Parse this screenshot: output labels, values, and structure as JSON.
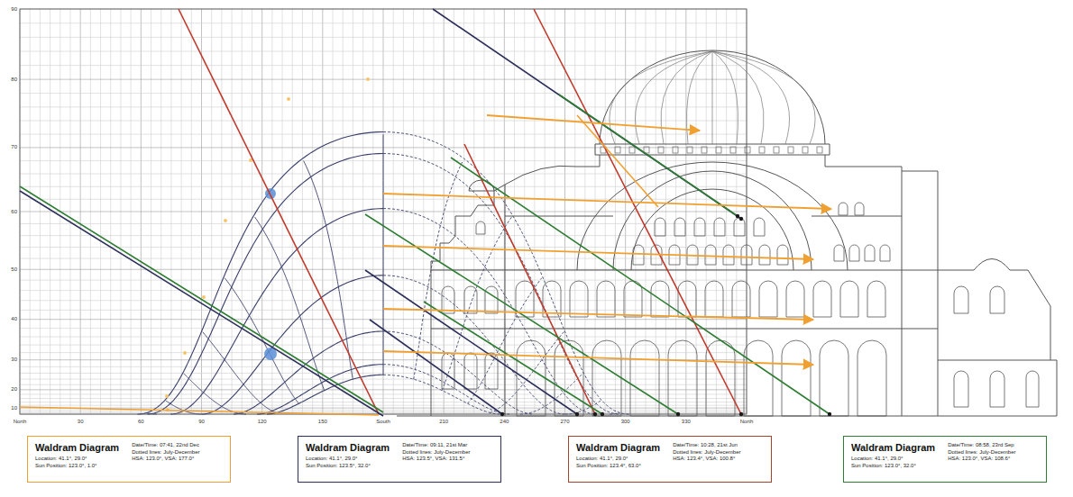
{
  "diagram": {
    "nodes": [
      {
        "text": [
          "Waldram Diagram",
          "Location: 41.1°, 29.0°",
          "Sun Position: 123.0°, 1.0°",
          "Date/Time: 07:41, 22nd Dec",
          "Dotted lines: July-December",
          "HSA: 123.0°, VSA: 177.0°"
        ]
      },
      {
        "text": [
          "Waldram Diagram",
          "Location: 41.1°, 29.0°",
          "Sun Position: 123.5°, 32.0°",
          "Date/Time: 09:11, 21st Mar",
          "Dotted lines: July-December",
          "HSA: 123.5°, VSA: 131.5°"
        ]
      },
      {
        "text": [
          "Waldram Diagram",
          "Location: 41.1°, 29.0°",
          "Sun Position: 123.4°, 63.0°",
          "Date/Time: 10:28, 21st Jun",
          "Dotted lines: July-December",
          "HSA: 123.4°, VSA: 100.8°"
        ]
      },
      {
        "text": [
          "Waldram Diagram",
          "Location: 41.1°, 29.0°",
          "Sun Position: 123.0°, 32.0°",
          "Date/Time: 08:58, 23rd Sep",
          "Dotted lines: July-December",
          "HSA: 123.0°, VSA: 108.6°"
        ]
      }
    ],
    "labels": [
      "90",
      "80",
      "70",
      "60",
      "50",
      "40",
      "30",
      "20",
      "10",
      "North",
      "30",
      "60",
      "90",
      "120",
      "150",
      "South",
      "210",
      "240",
      "270",
      "300",
      "330",
      "North"
    ]
  }
}
